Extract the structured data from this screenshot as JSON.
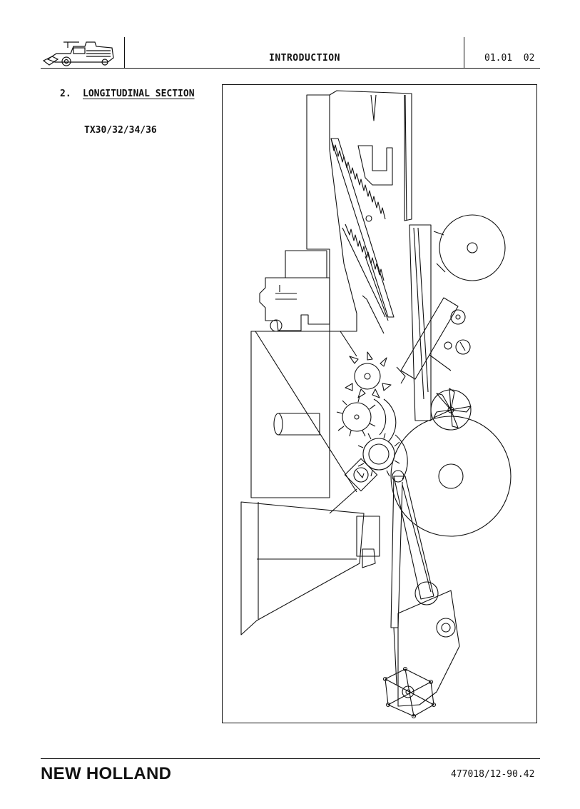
{
  "header": {
    "logo_icon": "combine-harvester-icon",
    "title": "INTRODUCTION",
    "page_number": "01.01  02"
  },
  "section": {
    "number": "2.",
    "title": "LONGITUDINAL SECTION",
    "models": "TX30/32/34/36"
  },
  "figure": {
    "icon": "combine-longitudinal-section-drawing"
  },
  "footer": {
    "brand": "NEW HOLLAND",
    "doc_ref": "477018/12-90.42"
  }
}
